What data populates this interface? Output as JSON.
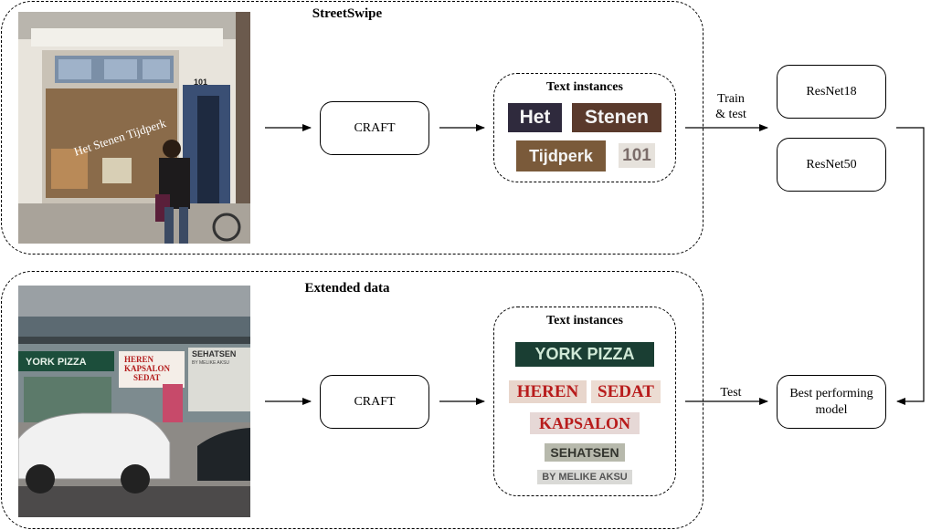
{
  "regions": {
    "top": {
      "title": "StreetSwipe"
    },
    "bottom": {
      "title": "Extended data"
    }
  },
  "nodes": {
    "craft_top": "CRAFT",
    "craft_bottom": "CRAFT",
    "resnet18": "ResNet18",
    "resnet50": "ResNet50",
    "best_model": "Best performing model"
  },
  "groups": {
    "top_text_instances": {
      "title": "Text instances",
      "crops": [
        "Het",
        "Stenen",
        "Tijdperk",
        "101"
      ]
    },
    "bottom_text_instances": {
      "title": "Text instances",
      "crops": [
        "YORK PIZZA",
        "HEREN",
        "SEDAT",
        "KAPSALON",
        "SEHATSEN",
        "BY MELIKE AKSU"
      ]
    }
  },
  "edges": {
    "train_test": "Train\n& test",
    "test": "Test"
  },
  "photos": {
    "top": {
      "storefront_sign": "Het Stenen Tijdperk",
      "house_number": "101"
    },
    "bottom": {
      "signs": [
        "YORK PIZZA",
        "HEREN",
        "KAPSALON",
        "SEDAT",
        "SEHATSEN",
        "BY MELIKE AKSU"
      ]
    }
  },
  "colors": {
    "stroke": "#000000",
    "background": "#ffffff"
  }
}
